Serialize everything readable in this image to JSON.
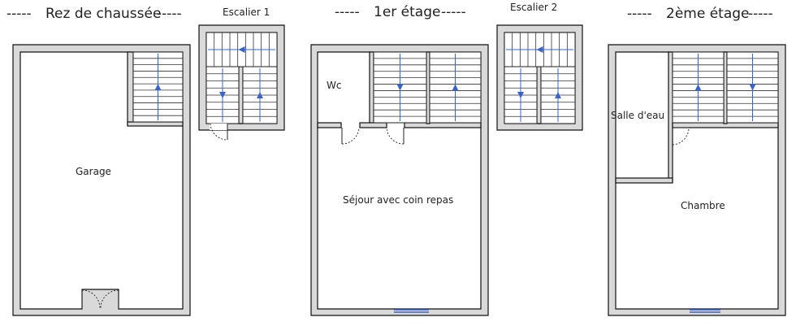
{
  "floors": [
    {
      "title": "Rez de chaussée",
      "rooms": [
        "Garage"
      ]
    },
    {
      "title": "1er étage",
      "rooms": [
        "Wc",
        "Séjour avec coin repas"
      ]
    },
    {
      "title": "2ème étage",
      "rooms": [
        "Salle d'eau",
        "Chambre"
      ]
    }
  ],
  "stairs": [
    "Escalier 1",
    "Escalier 2"
  ],
  "title_dashes": "-----",
  "colors": {
    "walls": "#d9d9d9",
    "outline": "#111111",
    "stair_arrow": "#3a63c9",
    "window": "#3a63c9"
  }
}
